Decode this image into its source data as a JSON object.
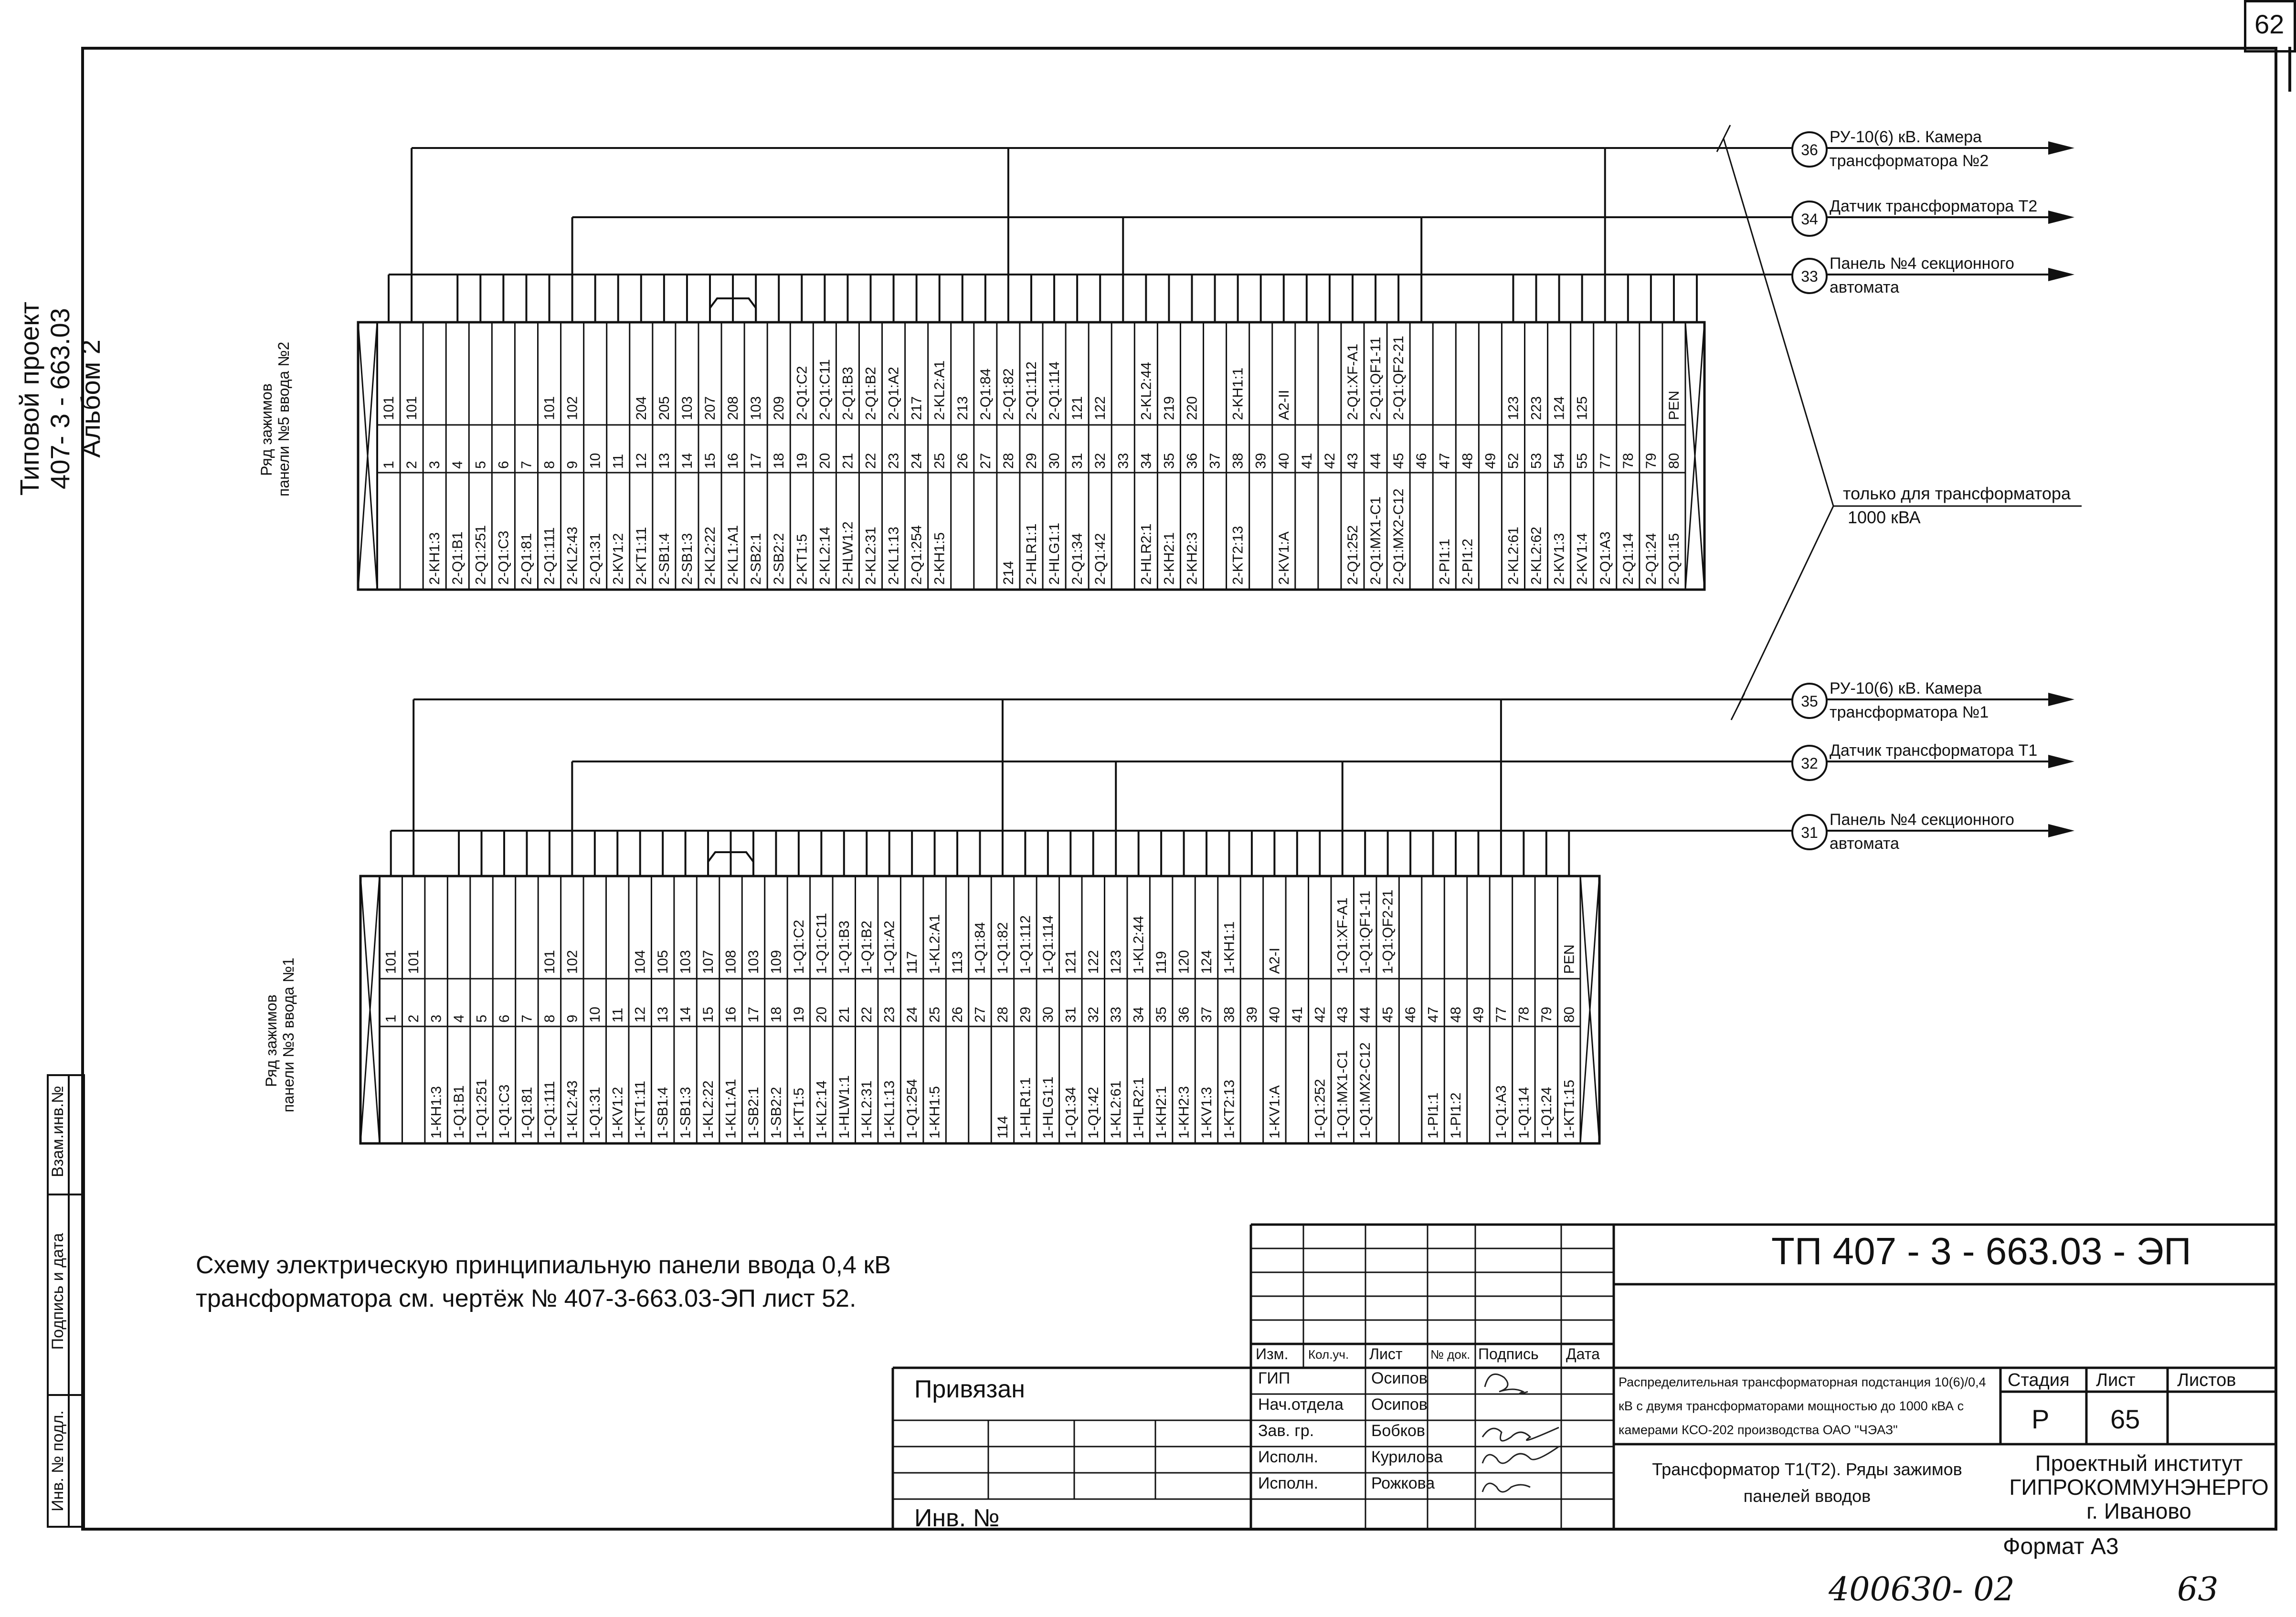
{
  "sheet": {
    "page_number": "62",
    "format": "Формат А3",
    "archive_number": "4006З0- 02",
    "archive_sheet": "63"
  },
  "project_label": {
    "line1": "Типовой проект",
    "line2": "407- 3 - 663.03",
    "line3": "Альбом 2"
  },
  "side_stamp": {
    "inv_podl": "Инв. № подл.",
    "podpis_data": "Подпись и дата",
    "vzam_inv": "Взам.инв.№"
  },
  "upper_row": {
    "label_line1": "Ряд зажимов",
    "label_line2": "панели №5 ввода №2",
    "cells": [
      {
        "n": "1",
        "t": "101",
        "b": ""
      },
      {
        "n": "2",
        "t": "101",
        "b": ""
      },
      {
        "n": "3",
        "t": "",
        "b": "2-KH1:3"
      },
      {
        "n": "4",
        "t": "",
        "b": "2-Q1:B1"
      },
      {
        "n": "5",
        "t": "",
        "b": "2-Q1:251"
      },
      {
        "n": "6",
        "t": "",
        "b": "2-Q1:C3"
      },
      {
        "n": "7",
        "t": "",
        "b": "2-Q1:81"
      },
      {
        "n": "8",
        "t": "101",
        "b": "2-Q1:111"
      },
      {
        "n": "9",
        "t": "102",
        "b": "2-KL2:43"
      },
      {
        "n": "10",
        "t": "",
        "b": "2-Q1:31"
      },
      {
        "n": "11",
        "t": "",
        "b": "2-KV1:2"
      },
      {
        "n": "12",
        "t": "204",
        "b": "2-KT1:11"
      },
      {
        "n": "13",
        "t": "205",
        "b": "2-SB1:4"
      },
      {
        "n": "14",
        "t": "103",
        "b": "2-SB1:3"
      },
      {
        "n": "15",
        "t": "207",
        "b": "2-KL2:22"
      },
      {
        "n": "16",
        "t": "208",
        "b": "2-KL1:A1"
      },
      {
        "n": "17",
        "t": "103",
        "b": "2-SB2:1"
      },
      {
        "n": "18",
        "t": "209",
        "b": "2-SB2:2"
      },
      {
        "n": "19",
        "t": "2-Q1:C2",
        "b": "2-KT1:5"
      },
      {
        "n": "20",
        "t": "2-Q1:C11",
        "b": "2-KL2:14"
      },
      {
        "n": "21",
        "t": "2-Q1:B3",
        "b": "2-HLW1:2"
      },
      {
        "n": "22",
        "t": "2-Q1:B2",
        "b": "2-KL2:31"
      },
      {
        "n": "23",
        "t": "2-Q1:A2",
        "b": "2-KL1:13"
      },
      {
        "n": "24",
        "t": "217",
        "b": "2-Q1:254"
      },
      {
        "n": "25",
        "t": "2-KL2:A1",
        "b": "2-KH1:5"
      },
      {
        "n": "26",
        "t": "213",
        "b": ""
      },
      {
        "n": "27",
        "t": "2-Q1:84",
        "b": ""
      },
      {
        "n": "28",
        "t": "2-Q1:82",
        "b": "214"
      },
      {
        "n": "29",
        "t": "2-Q1:112",
        "b": "2-HLR1:1"
      },
      {
        "n": "30",
        "t": "2-Q1:114",
        "b": "2-HLG1:1"
      },
      {
        "n": "31",
        "t": "121",
        "b": "2-Q1:34"
      },
      {
        "n": "32",
        "t": "122",
        "b": "2-Q1:42"
      },
      {
        "n": "33",
        "t": "",
        "b": ""
      },
      {
        "n": "34",
        "t": "2-KL2:44",
        "b": "2-HLR2:1"
      },
      {
        "n": "35",
        "t": "219",
        "b": "2-KH2:1"
      },
      {
        "n": "36",
        "t": "220",
        "b": "2-KH2:3"
      },
      {
        "n": "37",
        "t": "",
        "b": ""
      },
      {
        "n": "38",
        "t": "2-KH1:1",
        "b": "2-KT2:13"
      },
      {
        "n": "39",
        "t": "",
        "b": ""
      },
      {
        "n": "40",
        "t": "A2-II",
        "b": "2-KV1:A"
      },
      {
        "n": "41",
        "t": "",
        "b": ""
      },
      {
        "n": "42",
        "t": "",
        "b": ""
      },
      {
        "n": "43",
        "t": "2-Q1:XF-A1",
        "b": "2-Q1:252"
      },
      {
        "n": "44",
        "t": "2-Q1:QF1-11",
        "b": "2-Q1:MX1-C1"
      },
      {
        "n": "45",
        "t": "2-Q1:QF2-21",
        "b": "2-Q1:MX2-C12"
      },
      {
        "n": "46",
        "t": "",
        "b": ""
      },
      {
        "n": "47",
        "t": "",
        "b": "2-PI1:1"
      },
      {
        "n": "48",
        "t": "",
        "b": "2-PI1:2"
      },
      {
        "n": "49",
        "t": "",
        "b": ""
      },
      {
        "n": "52",
        "t": "123",
        "b": "2-KL2:61"
      },
      {
        "n": "53",
        "t": "223",
        "b": "2-KL2:62"
      },
      {
        "n": "54",
        "t": "124",
        "b": "2-KV1:3"
      },
      {
        "n": "55",
        "t": "125",
        "b": "2-KV1:4"
      },
      {
        "n": "77",
        "t": "",
        "b": "2-Q1:A3"
      },
      {
        "n": "78",
        "t": "",
        "b": "2-Q1:14"
      },
      {
        "n": "79",
        "t": "",
        "b": "2-Q1:24"
      },
      {
        "n": "80",
        "t": "PEN",
        "b": "2-Q1:15"
      }
    ]
  },
  "lower_row": {
    "label_line1": "Ряд зажимов",
    "label_line2": "панели №3 ввода №1",
    "cells": [
      {
        "n": "1",
        "t": "101",
        "b": ""
      },
      {
        "n": "2",
        "t": "101",
        "b": ""
      },
      {
        "n": "3",
        "t": "",
        "b": "1-KH1:3"
      },
      {
        "n": "4",
        "t": "",
        "b": "1-Q1:B1"
      },
      {
        "n": "5",
        "t": "",
        "b": "1-Q1:251"
      },
      {
        "n": "6",
        "t": "",
        "b": "1-Q1:C3"
      },
      {
        "n": "7",
        "t": "",
        "b": "1-Q1:81"
      },
      {
        "n": "8",
        "t": "101",
        "b": "1-Q1:111"
      },
      {
        "n": "9",
        "t": "102",
        "b": "1-KL2:43"
      },
      {
        "n": "10",
        "t": "",
        "b": "1-Q1:31"
      },
      {
        "n": "11",
        "t": "",
        "b": "1-KV1:2"
      },
      {
        "n": "12",
        "t": "104",
        "b": "1-KT1:11"
      },
      {
        "n": "13",
        "t": "105",
        "b": "1-SB1:4"
      },
      {
        "n": "14",
        "t": "103",
        "b": "1-SB1:3"
      },
      {
        "n": "15",
        "t": "107",
        "b": "1-KL2:22"
      },
      {
        "n": "16",
        "t": "108",
        "b": "1-KL1:A1"
      },
      {
        "n": "17",
        "t": "103",
        "b": "1-SB2:1"
      },
      {
        "n": "18",
        "t": "109",
        "b": "1-SB2:2"
      },
      {
        "n": "19",
        "t": "1-Q1:C2",
        "b": "1-KT1:5"
      },
      {
        "n": "20",
        "t": "1-Q1:C11",
        "b": "1-KL2:14"
      },
      {
        "n": "21",
        "t": "1-Q1:B3",
        "b": "1-HLW1:1"
      },
      {
        "n": "22",
        "t": "1-Q1:B2",
        "b": "1-KL2:31"
      },
      {
        "n": "23",
        "t": "1-Q1:A2",
        "b": "1-KL1:13"
      },
      {
        "n": "24",
        "t": "117",
        "b": "1-Q1:254"
      },
      {
        "n": "25",
        "t": "1-KL2:A1",
        "b": "1-KH1:5"
      },
      {
        "n": "26",
        "t": "113",
        "b": ""
      },
      {
        "n": "27",
        "t": "1-Q1:84",
        "b": ""
      },
      {
        "n": "28",
        "t": "1-Q1:82",
        "b": "114"
      },
      {
        "n": "29",
        "t": "1-Q1:112",
        "b": "1-HLR1:1"
      },
      {
        "n": "30",
        "t": "1-Q1:114",
        "b": "1-HLG1:1"
      },
      {
        "n": "31",
        "t": "121",
        "b": "1-Q1:34"
      },
      {
        "n": "32",
        "t": "122",
        "b": "1-Q1:42"
      },
      {
        "n": "33",
        "t": "123",
        "b": "1-KL2:61"
      },
      {
        "n": "34",
        "t": "1-KL2:44",
        "b": "1-HLR2:1"
      },
      {
        "n": "35",
        "t": "119",
        "b": "1-KH2:1"
      },
      {
        "n": "36",
        "t": "120",
        "b": "1-KH2:3"
      },
      {
        "n": "37",
        "t": "124",
        "b": "1-KV1:3"
      },
      {
        "n": "38",
        "t": "1-KH1:1",
        "b": "1-KT2:13"
      },
      {
        "n": "39",
        "t": "",
        "b": ""
      },
      {
        "n": "40",
        "t": "A2-I",
        "b": "1-KV1:A"
      },
      {
        "n": "41",
        "t": "",
        "b": ""
      },
      {
        "n": "42",
        "t": "",
        "b": "1-Q1:252"
      },
      {
        "n": "43",
        "t": "1-Q1:XF-A1",
        "b": "1-Q1:MX1-C1"
      },
      {
        "n": "44",
        "t": "1-Q1:QF1-11",
        "b": "1-Q1:MX2-C12"
      },
      {
        "n": "45",
        "t": "1-Q1:QF2-21",
        "b": ""
      },
      {
        "n": "46",
        "t": "",
        "b": ""
      },
      {
        "n": "47",
        "t": "",
        "b": "1-PI1:1"
      },
      {
        "n": "48",
        "t": "",
        "b": "1-PI1:2"
      },
      {
        "n": "49",
        "t": "",
        "b": ""
      },
      {
        "n": "77",
        "t": "",
        "b": "1-Q1:A3"
      },
      {
        "n": "78",
        "t": "",
        "b": "1-Q1:14"
      },
      {
        "n": "79",
        "t": "",
        "b": "1-Q1:24"
      },
      {
        "n": "80",
        "t": "PEN",
        "b": "1-KT1:15"
      }
    ]
  },
  "cables": [
    {
      "num": "36",
      "line1": "РУ-10(6) кВ. Камера",
      "line2": "трансформатора №2"
    },
    {
      "num": "34",
      "line1": "Датчик трансформатора Т2",
      "line2": ""
    },
    {
      "num": "33",
      "line1": "Панель №4 секционного",
      "line2": "автомата"
    },
    {
      "num": "35",
      "line1": "РУ-10(6) кВ. Камера",
      "line2": "трансформатора №1"
    },
    {
      "num": "32",
      "line1": "Датчик трансформатора Т1",
      "line2": ""
    },
    {
      "num": "31",
      "line1": "Панель №4 секционного",
      "line2": "автомата"
    }
  ],
  "note_1000": {
    "line1": "только для трансформатора",
    "line2": "1000 кВА"
  },
  "reference_note": {
    "line1": "Схему электрическую принципиальную панели ввода 0,4 кВ",
    "line2": "трансформатора см. чертёж № 407-3-663.03-ЭП лист  52."
  },
  "title_block": {
    "designation": "ТП  407 - 3 - 663.03 - ЭП",
    "privyazan": "Привязан",
    "inv_no": "Инв. №",
    "col_headers": [
      "Изм.",
      "Кол.уч.",
      "Лист",
      "№ док.",
      "Подпись",
      "Дата"
    ],
    "roles": [
      "ГИП",
      "Нач.отдела",
      "Зав. гр.",
      "Исполн.",
      "Исполн."
    ],
    "names": [
      "Осипов",
      "Осипов",
      "Бобков",
      "Курилова",
      "Рожкова"
    ],
    "project_name": "Распределительная трансформаторная подстанция 10(6)/0,4 кВ с двумя трансформаторами мощностью до 1000 кВА с камерами КСО-202 производства ОАО \"ЧЭАЗ\"",
    "sheet_title": "Трансформатор Т1(Т2). Ряды зажимов панелей вводов",
    "stage_label": "Стадия",
    "sheet_label": "Лист",
    "sheets_label": "Листов",
    "stage": "Р",
    "sheet": "65",
    "sheets": "",
    "org_line1": "Проектный институт",
    "org_line2": "ГИПРОКОММУНЭНЕРГО",
    "org_line3": "г. Иваново"
  }
}
